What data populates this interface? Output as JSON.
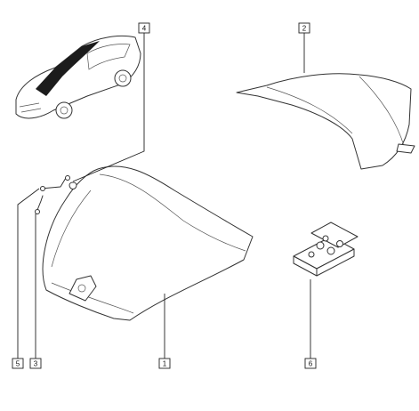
{
  "callouts": [
    {
      "id": "1",
      "label": "1",
      "highlight": false
    },
    {
      "id": "2",
      "label": "2",
      "highlight": false
    },
    {
      "id": "3",
      "label": "3",
      "highlight": false
    },
    {
      "id": "4",
      "label": "4",
      "highlight": false
    },
    {
      "id": "5",
      "label": "5",
      "highlight": true
    },
    {
      "id": "6",
      "label": "6",
      "highlight": false
    }
  ],
  "colors": {
    "highlight_fill": "#f2c230",
    "line": "#222222",
    "background": "#ffffff"
  }
}
